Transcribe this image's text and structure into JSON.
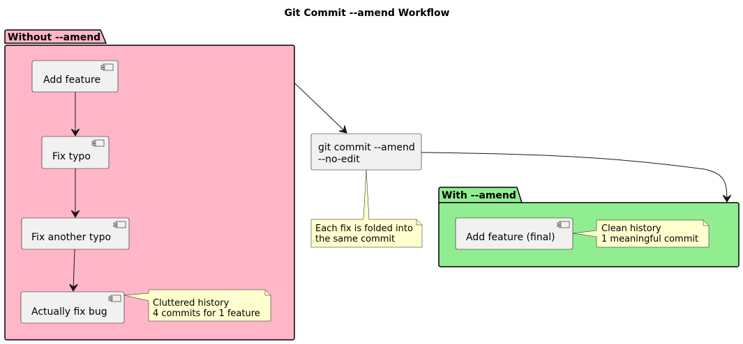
{
  "title": "Git Commit --amend Workflow",
  "packages": {
    "without": {
      "label": "Without --amend",
      "color": "#ffb6c8"
    },
    "with": {
      "label": "With --amend",
      "color": "#90ee90"
    }
  },
  "components": {
    "add_feature": "Add feature",
    "fix_typo": "Fix typo",
    "fix_another_typo": "Fix another typo",
    "actually_fix_bug": "Actually fix bug",
    "add_feature_final": "Add feature (final)"
  },
  "amend_node": {
    "line1": "git commit --amend",
    "line2": "--no-edit"
  },
  "notes": {
    "cluttered": {
      "line1": "Cluttered history",
      "line2": "4 commits for 1 feature"
    },
    "folded": {
      "line1": "Each fix is folded into",
      "line2": "the same commit"
    },
    "clean": {
      "line1": "Clean history",
      "line2": "1 meaningful commit"
    }
  },
  "colors": {
    "component_fill": "#f1f1f1",
    "note_fill": "#fefece"
  }
}
